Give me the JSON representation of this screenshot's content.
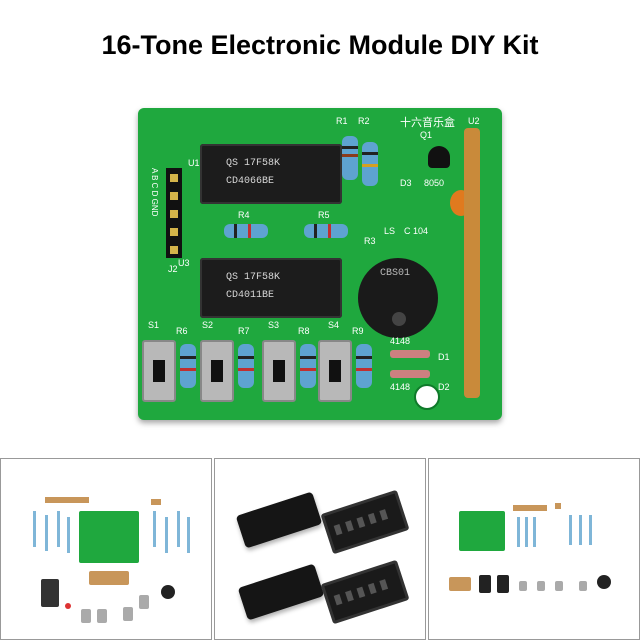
{
  "page": {
    "title": "16-Tone Electronic Module DIY Kit"
  },
  "pcb": {
    "silk_cn": "十六音乐盒",
    "labels": {
      "u1": "U1",
      "u2": "U2",
      "u3": "U3",
      "r1": "R1",
      "r2": "R2",
      "r3": "R3",
      "r4": "R4",
      "r5": "R5",
      "r6": "R6",
      "r7": "R7",
      "r8": "R8",
      "r9": "R9",
      "q1": "Q1",
      "d1": "D1",
      "d2": "D2",
      "d3": "D3",
      "j2": "J2",
      "ls": "LS",
      "s1": "S1",
      "s2": "S2",
      "s3": "S3",
      "s4": "S4",
      "transistor_code": "8050",
      "cap_code": "C 104",
      "diode_code_1": "4148",
      "diode_code_2": "4148",
      "header_pins": "A B C D GND"
    },
    "chip_top": {
      "brand": "QS 17F58K",
      "part": "CD4066BE"
    },
    "chip_bottom": {
      "brand": "QS 17F58K",
      "part": "CD4011BE"
    }
  }
}
